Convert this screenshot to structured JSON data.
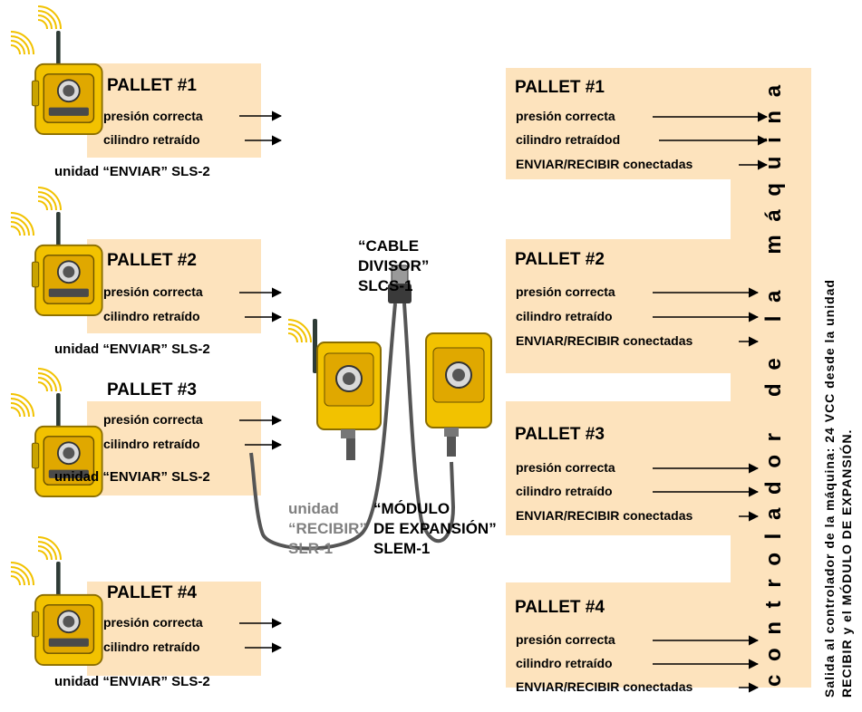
{
  "left_pallets": [
    {
      "title": "PALLET #1",
      "signals": [
        "presión correcta",
        "cilindro retraído"
      ],
      "caption": "unidad “ENVIAR” SLS-2"
    },
    {
      "title": "PALLET #2",
      "signals": [
        "presión correcta",
        "cilindro retraído"
      ],
      "caption": "unidad “ENVIAR” SLS-2"
    },
    {
      "title": "PALLET #3",
      "signals": [
        "presión correcta",
        "cilindro retraído"
      ],
      "caption": "unidad “ENVIAR” SLS-2"
    },
    {
      "title": "PALLET #4",
      "signals": [
        "presión correcta",
        "cilindro retraído"
      ],
      "caption": "unidad “ENVIAR” SLS-2"
    }
  ],
  "right_pallets": [
    {
      "title": "PALLET #1",
      "signals": [
        "presión correcta",
        "cilindro retraídod",
        "ENVIAR/RECIBIR conectadas"
      ]
    },
    {
      "title": "PALLET #2",
      "signals": [
        "presión correcta",
        "cilindro retraído",
        "ENVIAR/RECIBIR conectadas"
      ]
    },
    {
      "title": "PALLET #3",
      "signals": [
        "presión correcta",
        "cilindro retraído",
        "ENVIAR/RECIBIR conectadas"
      ]
    },
    {
      "title": "PALLET #4",
      "signals": [
        "presión correcta",
        "cilindro retraído",
        "ENVIAR/RECIBIR conectadas"
      ]
    }
  ],
  "splitter": {
    "line1": "“CABLE",
    "line2": "DIVISOR”",
    "line3": "SLCS-1"
  },
  "receiver": {
    "line1": "unidad",
    "line2": "“RECIBIR”",
    "line3": "SLR-1"
  },
  "expansion": {
    "line1": "“MÓDULO",
    "line2": "DE EXPANSIÓN”",
    "line3": "SLEM-1"
  },
  "controller_label": "c o n t r o l a d o r   d e   l a   m á q u i n a",
  "side_note": {
    "line1": "Salida al controlador de la máquina:  24 VCC desde la unidad",
    "line2": "RECIBIR y el MÓDULO DE EXPANSIÓN."
  },
  "colors": {
    "panel": "#fde3bd",
    "device_yellow": "#f2c200",
    "gray_text": "#808080"
  }
}
